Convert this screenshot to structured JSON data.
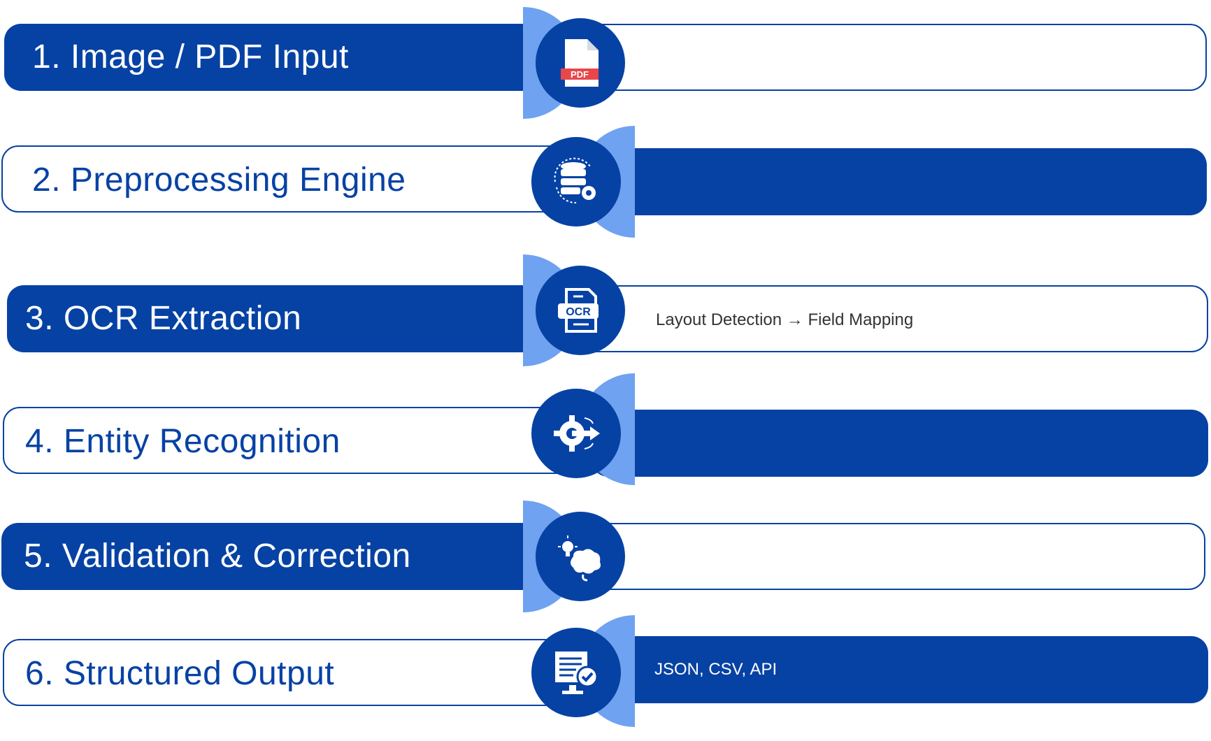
{
  "steps": [
    {
      "number": "1.",
      "label": "Image / PDF Input",
      "description": "",
      "icon": "pdf-file-icon",
      "badge": "PDF"
    },
    {
      "number": "2.",
      "label": "Preprocessing Engine",
      "description": "",
      "icon": "database-gear-icon"
    },
    {
      "number": "3.",
      "label": "OCR Extraction",
      "description": "Layout Detection → Field Mapping",
      "icon": "ocr-document-icon",
      "badge": "OCR"
    },
    {
      "number": "4.",
      "label": "Entity Recognition",
      "description": "",
      "icon": "gear-arrow-icon"
    },
    {
      "number": "5.",
      "label": "Validation & Correction",
      "description": "",
      "icon": "brain-idea-icon"
    },
    {
      "number": "6.",
      "label": "Structured Output",
      "description": "JSON, CSV, API",
      "icon": "report-check-icon"
    }
  ],
  "colors": {
    "primary": "#0642a4",
    "accent_ring": "#6fa2f0",
    "pdf_badge": "#e8474a"
  }
}
